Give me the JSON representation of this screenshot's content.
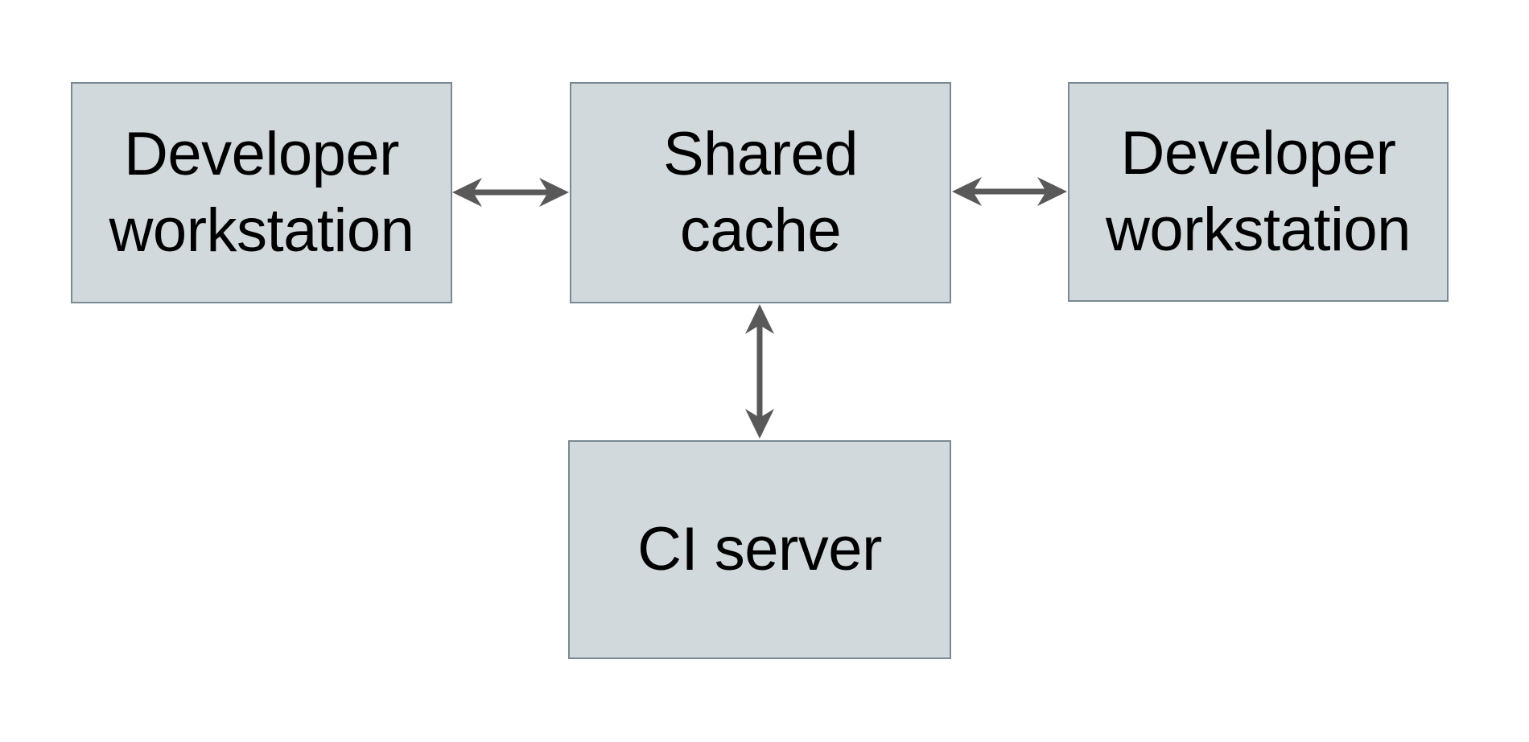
{
  "diagram": {
    "colors": {
      "background": "#ffffff",
      "node_fill": "#d2d9dc",
      "node_border": "#798a93",
      "arrow": "#595959",
      "text": "#000000"
    },
    "nodes": [
      {
        "id": "developer-workstation-left",
        "label": "Developer\nworkstation"
      },
      {
        "id": "shared-cache",
        "label": "Shared\ncache"
      },
      {
        "id": "developer-workstation-right",
        "label": "Developer\nworkstation"
      },
      {
        "id": "ci-server",
        "label": "CI server"
      }
    ],
    "edges": [
      {
        "from": "developer-workstation-left",
        "to": "shared-cache",
        "direction": "bidirectional"
      },
      {
        "from": "shared-cache",
        "to": "developer-workstation-right",
        "direction": "bidirectional"
      },
      {
        "from": "shared-cache",
        "to": "ci-server",
        "direction": "bidirectional"
      }
    ]
  }
}
